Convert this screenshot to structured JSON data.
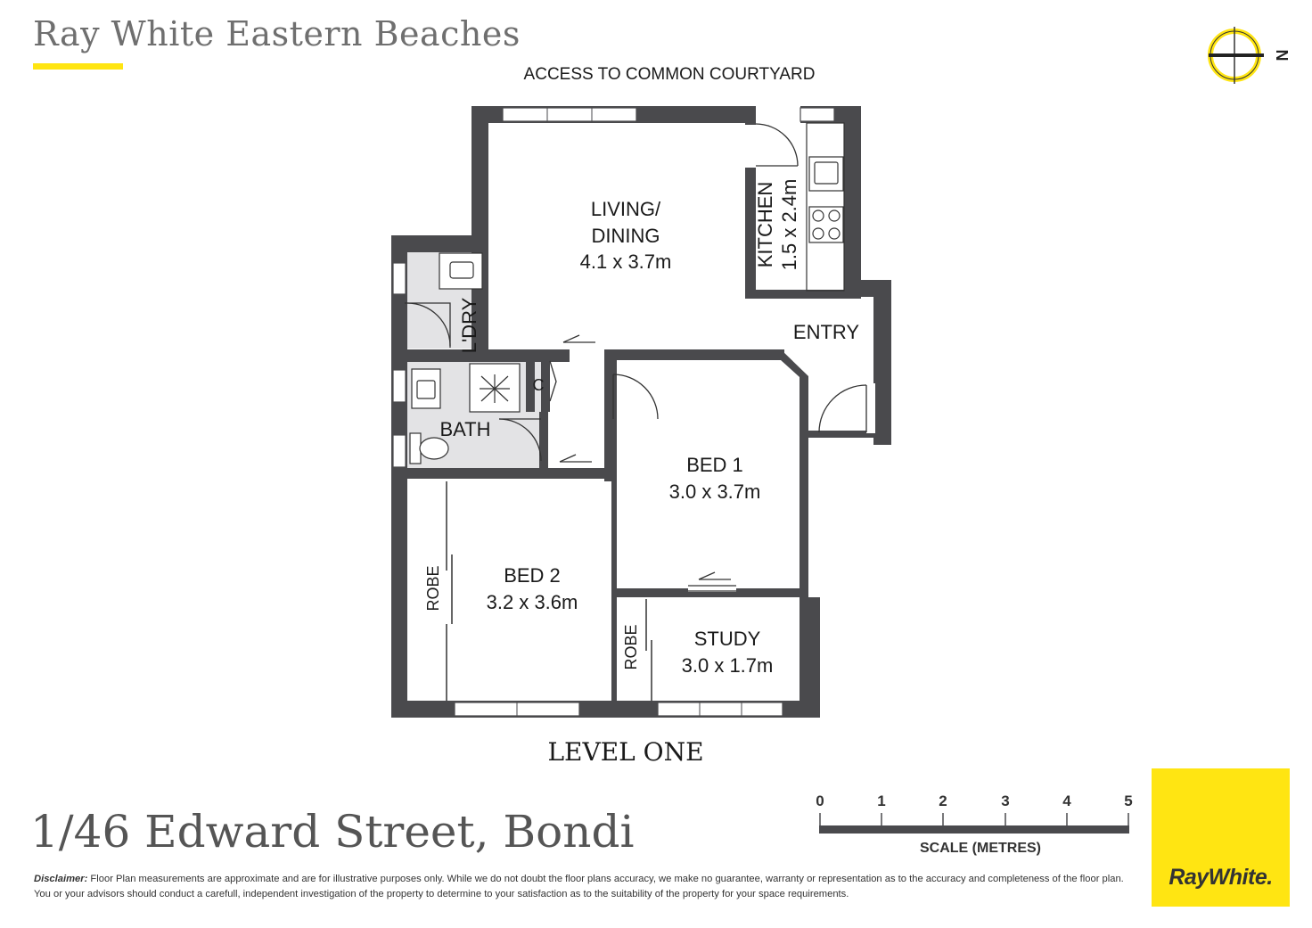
{
  "header": {
    "agency_name": "Ray White Eastern Beaches",
    "courtyard_label": "ACCESS TO  COMMON COURTYARD",
    "north_label": "N"
  },
  "rooms": {
    "living_line1": "LIVING/",
    "living_line2": "DINING",
    "living_dims": "4.1 x 3.7m",
    "kitchen_name": "KITCHEN",
    "kitchen_dims": "1.5 x 2.4m",
    "laundry": "L'DRY",
    "entry": "ENTRY",
    "cupboard": "C",
    "bath": "BATH",
    "bed1_name": "BED 1",
    "bed1_dims": "3.0 x 3.7m",
    "bed2_name": "BED 2",
    "bed2_dims": "3.2 x 3.6m",
    "robe_bed2": "ROBE",
    "study_name": "STUDY",
    "study_dims": "3.0 x 1.7m",
    "robe_study": "ROBE"
  },
  "level_label": "LEVEL ONE",
  "scale": {
    "ticks": [
      "0",
      "1",
      "2",
      "3",
      "4",
      "5"
    ],
    "label": "SCALE (METRES)"
  },
  "footer": {
    "address": "1/46 Edward Street, Bondi",
    "disclaimer_label": "Disclaimer:",
    "disclaimer_text": " Floor Plan measurements are approximate and are for illustrative purposes only. While we do not doubt the  floor  plans  accuracy,  we make no guarantee, warranty or representation as to the accuracy and completeness of the floor plan.  You  or  your  advisors  should  conduct a carefull, independent investigation of the property to determine to your satisfaction as to the suitability of the property for your space requirements.",
    "logo_text": "RayWhite."
  },
  "colors": {
    "wall": "#4a4a4d",
    "wet_area": "#e3e3e5",
    "brand_yellow": "#ffe512",
    "text_dark": "#1a1a1a"
  }
}
